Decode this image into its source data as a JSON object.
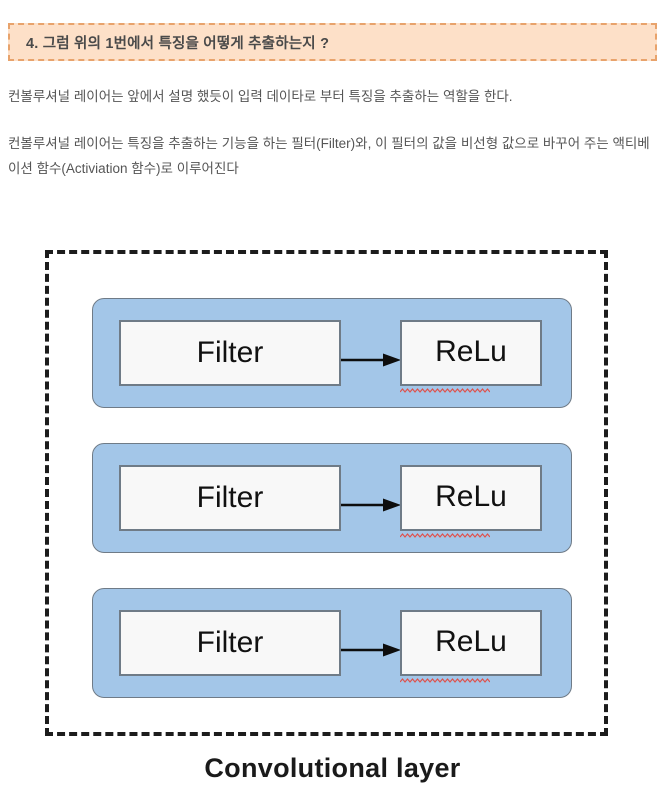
{
  "banner": {
    "heading": "4. 그럼 위의 1번에서 특징을 어떻게 추출하는지 ?",
    "background_color": "#fde0c8",
    "border_color": "#e8a36c"
  },
  "body": {
    "paragraph_1": "컨볼루셔널 레이어는 앞에서 설명 했듯이 입력 데이타로 부터 특징을 추출하는 역할을 한다.",
    "paragraph_2": "컨볼루셔널 레이어는 특징을 추출하는 기능을 하는 필터(Filter)와, 이 필터의 값을 비선형 값으로 바꾸어 주는 액티베이션 함수(Activiation 함수)로 이루어진다"
  },
  "diagram": {
    "caption": "Convolutional layer",
    "panel_color": "#a3c6e8",
    "panel_border_color": "#6f7b87",
    "box_color": "#f8f8f8",
    "container_border_color": "#1c1c1c",
    "spellcheck_underline_color": "#e0504a",
    "rows": [
      {
        "filter_label": "Filter",
        "activation_label": "ReLu"
      },
      {
        "filter_label": "Filter",
        "activation_label": "ReLu"
      },
      {
        "filter_label": "Filter",
        "activation_label": "ReLu"
      }
    ]
  }
}
